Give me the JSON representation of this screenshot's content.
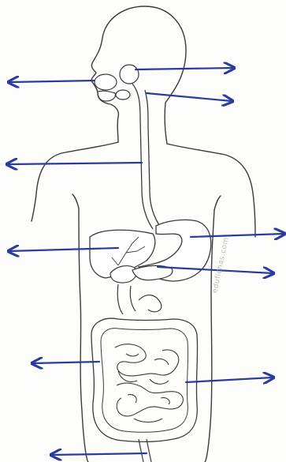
{
  "watermark": "edufichas.com",
  "colors": {
    "outline": "#3a3a3a",
    "arrow": "#2b3a9e",
    "paper": "#fdfdfb"
  },
  "label_arrows": [
    {
      "id": "mouth-arrow",
      "direction": "left"
    },
    {
      "id": "salivary-glands-arrow",
      "direction": "right"
    },
    {
      "id": "pharynx-arrow",
      "direction": "right"
    },
    {
      "id": "esophagus-arrow",
      "direction": "left"
    },
    {
      "id": "stomach-arrow",
      "direction": "right"
    },
    {
      "id": "liver-arrow",
      "direction": "left"
    },
    {
      "id": "pancreas-arrow",
      "direction": "right"
    },
    {
      "id": "large-intestine-arrow",
      "direction": "left"
    },
    {
      "id": "small-intestine-arrow",
      "direction": "right"
    },
    {
      "id": "rectum-arrow",
      "direction": "left"
    }
  ]
}
